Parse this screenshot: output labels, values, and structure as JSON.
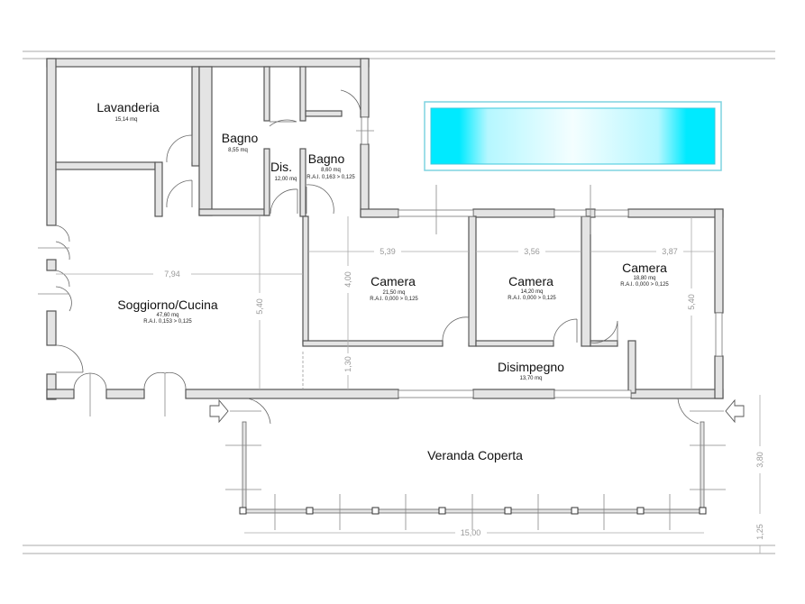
{
  "plan": {
    "rooms": [
      {
        "id": "lavanderia",
        "name": "Lavanderia",
        "area": "15,14  mq",
        "rai": ""
      },
      {
        "id": "bagno1",
        "name": "Bagno",
        "area": "8,55  mq",
        "rai": ""
      },
      {
        "id": "dis",
        "name": "Dis.",
        "area": "12,00  mq",
        "rai": ""
      },
      {
        "id": "bagno2",
        "name": "Bagno",
        "area": "8,60  mq",
        "rai": "R.A.I. 0,163  >  0,125"
      },
      {
        "id": "soggiorno",
        "name": "Soggiorno/Cucina",
        "area": "47,60  mq",
        "rai": "R.A.I. 0,153  >  0,125"
      },
      {
        "id": "camera1",
        "name": "Camera",
        "area": "21,50  mq",
        "rai": "R.A.I. 0,000  >  0,125"
      },
      {
        "id": "camera2",
        "name": "Camera",
        "area": "14,20  mq",
        "rai": "R.A.I. 0,000  >  0,125"
      },
      {
        "id": "camera3",
        "name": "Camera",
        "area": "18,80  mq",
        "rai": "R.A.I. 0,000  >  0,125"
      },
      {
        "id": "disimpegno",
        "name": "Disimpegno",
        "area": "13,70  mq",
        "rai": ""
      },
      {
        "id": "veranda",
        "name": "Veranda Coperta",
        "area": "",
        "rai": ""
      }
    ],
    "dimensions": {
      "soggiorno_width": "7,94",
      "soggiorno_depth": "5,40",
      "camera1_width": "5,39",
      "camera1_depth": "4,00",
      "disimpegno_depth": "1,30",
      "camera2_width": "3,56",
      "camera3_width": "3,87",
      "camera3_depth": "5,40",
      "veranda_width": "15,00",
      "veranda_depth": "3,80",
      "margin_depth": "1,25"
    },
    "colors": {
      "pool_water": "#00eaff",
      "pool_border": "#7fd3e0",
      "wall_fill": "#e4e4e4",
      "wall_stroke": "#555555"
    }
  }
}
